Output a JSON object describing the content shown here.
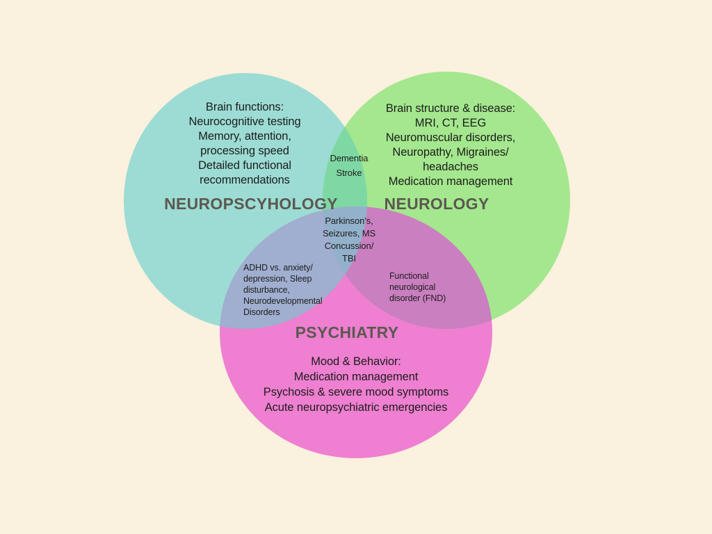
{
  "venn": {
    "background_color": "#faf1de",
    "text_color": "#1d1d1b",
    "title_color": "#5b5950",
    "sets": {
      "neuropsychology": {
        "title": "NEUROPSCYHOLOGY",
        "color": "#9cdcd4",
        "lines": [
          "Brain functions:",
          "Neurocognitive testing",
          "Memory, attention,",
          "processing speed",
          "Detailed functional",
          "recommendations"
        ]
      },
      "neurology": {
        "title": "NEUROLOGY",
        "color": "#a4e78e",
        "lines": [
          "Brain structure & disease:",
          "MRI, CT, EEG",
          "Neuromuscular disorders,",
          "Neuropathy, Migraines/",
          "headaches",
          "Medication management"
        ]
      },
      "psychiatry": {
        "title": "PSYCHIATRY",
        "color": "#ee7fd1",
        "lines": [
          "Mood & Behavior:",
          "Medication management",
          "Psychosis & severe mood symptoms",
          "Acute neuropsychiatric emergencies"
        ]
      }
    },
    "overlaps": {
      "neuropsychology_neurology": {
        "color": "#7ed8a4",
        "lines": [
          "Dementia",
          "Stroke"
        ]
      },
      "all_three": {
        "color": "#93b1cb",
        "lines": [
          "Parkinson’s,",
          "Seizures, MS",
          "Concussion/",
          "TBI"
        ]
      },
      "neuropsychology_psychiatry": {
        "color": "#a0aed0",
        "lines": [
          "ADHD vs. anxiety/",
          "depression, Sleep",
          "disturbance,",
          "Neurodevelopmental",
          "Disorders"
        ]
      },
      "neurology_psychiatry": {
        "color": "#ca7fc0",
        "lines": [
          "Functional",
          "neurological",
          "disorder (FND)"
        ]
      }
    }
  }
}
